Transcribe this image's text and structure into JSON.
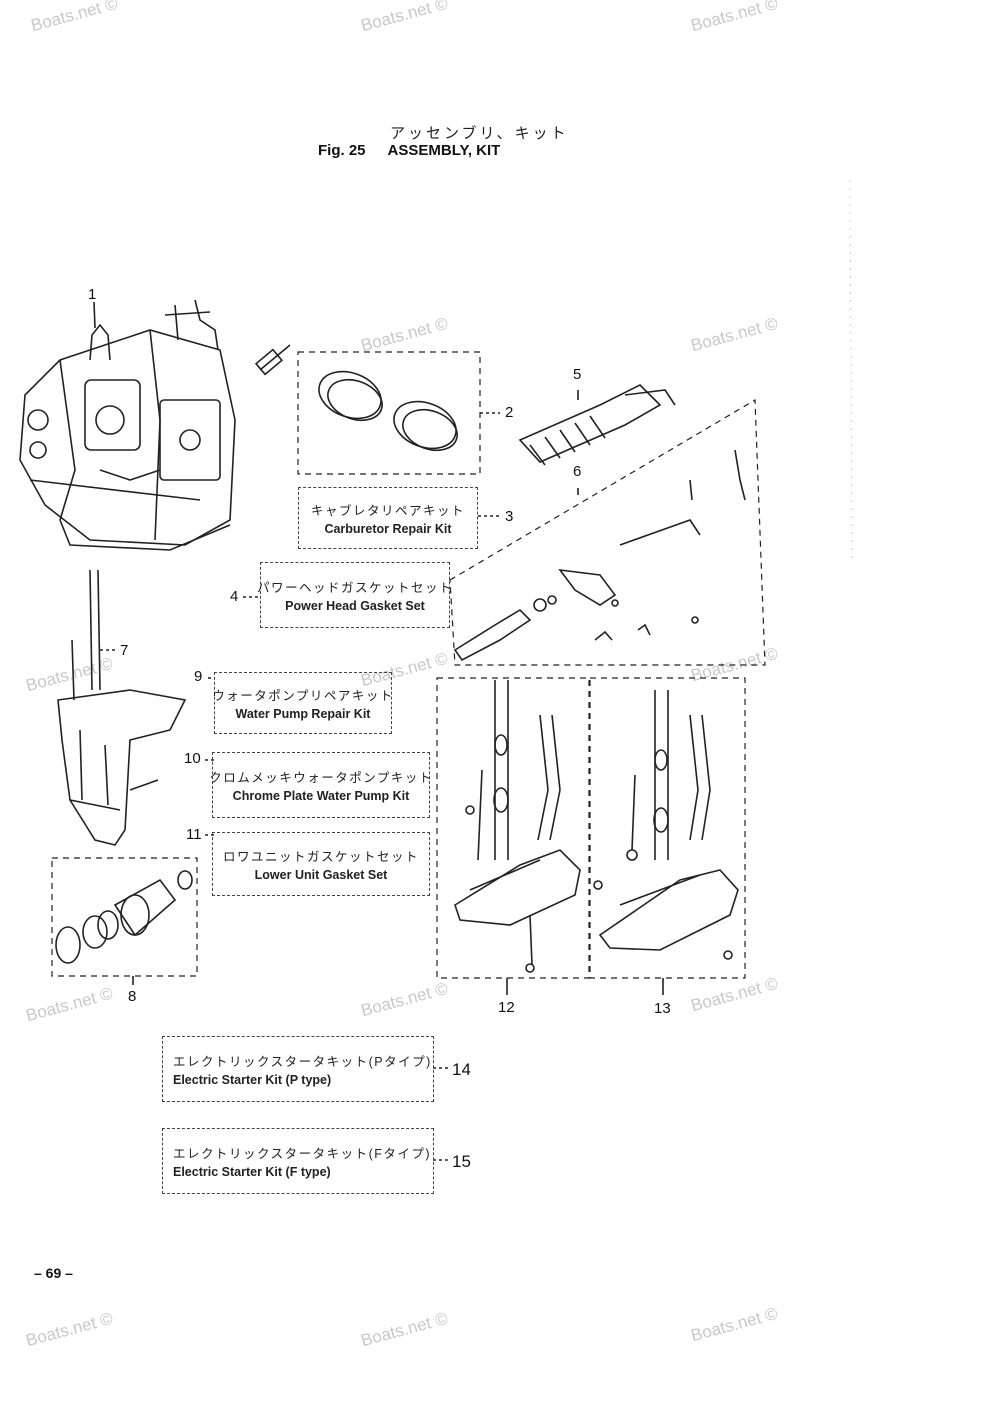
{
  "header": {
    "title_jp": "アッセンブリ、キット",
    "fig_label": "Fig. 25",
    "title_en": "ASSEMBLY, KIT"
  },
  "kits": [
    {
      "num": "3",
      "jp": "キャブレタリペアキット",
      "en": "Carburetor Repair Kit"
    },
    {
      "num": "4",
      "jp": "パワーヘッドガスケットセット",
      "en": "Power Head Gasket Set"
    },
    {
      "num": "9",
      "jp": "ウォータポンプリペアキット",
      "en": "Water Pump Repair Kit"
    },
    {
      "num": "10",
      "jp": "クロムメッキウォータポンプキット",
      "en": "Chrome Plate Water Pump Kit"
    },
    {
      "num": "11",
      "jp": "ロワユニットガスケットセット",
      "en": "Lower Unit Gasket Set"
    },
    {
      "num": "14",
      "jp": "エレクトリックスタータキット(Pタイプ)",
      "en": "Electric Starter Kit (P type)"
    },
    {
      "num": "15",
      "jp": "エレクトリックスタータキット(Fタイプ)",
      "en": "Electric Starter Kit (F type)"
    }
  ],
  "callouts": {
    "n1": "1",
    "n2": "2",
    "n5": "5",
    "n6": "6",
    "n7": "7",
    "n8": "8",
    "n12": "12",
    "n13": "13"
  },
  "watermark": "Boats.net ©",
  "page_number": "– 69 –"
}
